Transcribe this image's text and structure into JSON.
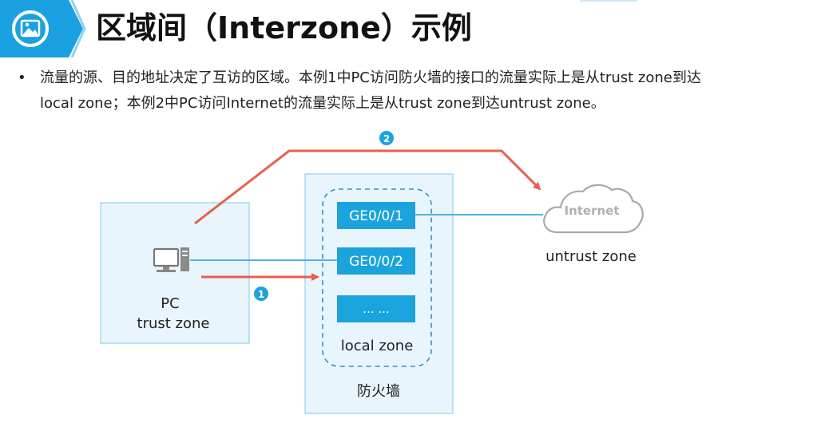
{
  "header": {
    "title": "区域间（Interzone）示例",
    "icon": "image-icon"
  },
  "bullet": {
    "line1": "流量的源、目的地址决定了互访的区域。本例1中PC访问防火墙的接口的流量实际上是从trust zone到达",
    "line2": "local zone；本例2中PC访问Internet的流量实际上是从trust zone到达untrust zone。"
  },
  "diagram": {
    "trust_box": {
      "name_line": "PC",
      "zone_line": "trust zone"
    },
    "firewall": {
      "label": "防火墙",
      "local_zone_label": "local zone",
      "interfaces": [
        "GE0/0/1",
        "GE0/0/2",
        "... ..."
      ]
    },
    "cloud": {
      "label": "Internet",
      "zone_label": "untrust zone"
    },
    "markers": {
      "flow1": "1",
      "flow2": "2"
    }
  },
  "colors": {
    "brand_blue": "#1ba1e2",
    "box_fill": "#e8f5fc",
    "box_border": "#8fd0ef",
    "interface_blue": "#1aa3dc",
    "flow_red": "#e8604c",
    "link_blue": "#3ca7dd"
  }
}
